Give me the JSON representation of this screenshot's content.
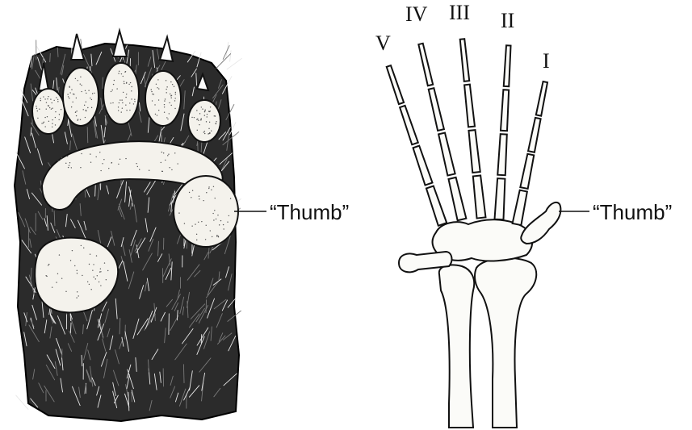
{
  "figure": {
    "left_panel": {
      "callout": "“Thumb”"
    },
    "right_panel": {
      "callout": "“Thumb”",
      "digit_labels": [
        "V",
        "IV",
        "III",
        "II",
        "I"
      ]
    }
  },
  "colors": {
    "ink": "#111111",
    "paper": "#ffffff",
    "pad_fill": "#f4f2ec",
    "bone_fill": "#fbfbf8"
  }
}
